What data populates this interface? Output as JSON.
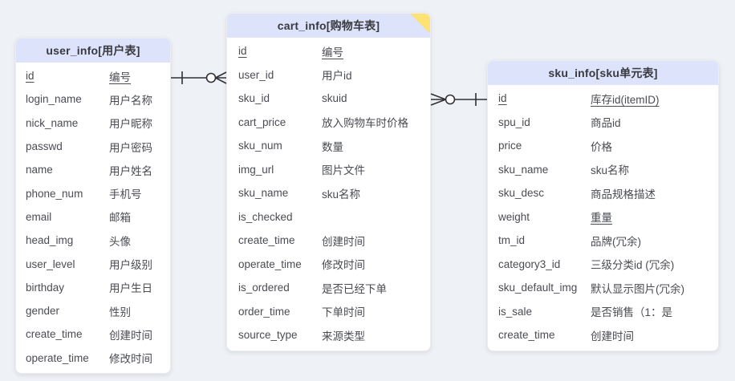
{
  "canvas": {
    "background_color": "#eef1f5",
    "entity_header_color": "#dde3fa",
    "note_fold_color": "#ffe372",
    "relation_line_color": "#2f3135"
  },
  "tables": [
    {
      "name": "user_info",
      "label": "[用户表]",
      "has_note": false,
      "fields": [
        {
          "name": "id",
          "comment": "编号",
          "pk": true
        },
        {
          "name": "login_name",
          "comment": "用户名称"
        },
        {
          "name": "nick_name",
          "comment": "用户昵称"
        },
        {
          "name": "passwd",
          "comment": "用户密码"
        },
        {
          "name": "name",
          "comment": "用户姓名"
        },
        {
          "name": "phone_num",
          "comment": "手机号"
        },
        {
          "name": "email",
          "comment": "邮箱"
        },
        {
          "name": "head_img",
          "comment": "头像"
        },
        {
          "name": "user_level",
          "comment": "用户级别"
        },
        {
          "name": "birthday",
          "comment": "用户生日"
        },
        {
          "name": "gender",
          "comment": "性别"
        },
        {
          "name": "create_time",
          "comment": "创建时间"
        },
        {
          "name": "operate_time",
          "comment": "修改时间"
        }
      ]
    },
    {
      "name": "cart_info",
      "label": "[购物车表]",
      "has_note": true,
      "fields": [
        {
          "name": "id",
          "comment": "编号",
          "pk": true
        },
        {
          "name": "user_id",
          "comment": "用户id"
        },
        {
          "name": "sku_id",
          "comment": "skuid"
        },
        {
          "name": "cart_price",
          "comment": "放入购物车时价格"
        },
        {
          "name": "sku_num",
          "comment": "数量"
        },
        {
          "name": "img_url",
          "comment": "图片文件"
        },
        {
          "name": "sku_name",
          "comment": "sku名称"
        },
        {
          "name": "is_checked",
          "comment": ""
        },
        {
          "name": "create_time",
          "comment": "创建时间"
        },
        {
          "name": "operate_time",
          "comment": "修改时间"
        },
        {
          "name": "is_ordered",
          "comment": "是否已经下单"
        },
        {
          "name": "order_time",
          "comment": "下单时间"
        },
        {
          "name": "source_type",
          "comment": "来源类型"
        }
      ]
    },
    {
      "name": "sku_info",
      "label": "[sku单元表]",
      "has_note": false,
      "fields": [
        {
          "name": "id",
          "comment": "库存id(itemID)",
          "pk": true
        },
        {
          "name": "spu_id",
          "comment": "商品id"
        },
        {
          "name": "price",
          "comment": "价格"
        },
        {
          "name": "sku_name",
          "comment": "sku名称"
        },
        {
          "name": "sku_desc",
          "comment": "商品规格描述"
        },
        {
          "name": "weight",
          "comment": "重量",
          "comment_underline": true
        },
        {
          "name": "tm_id",
          "comment": "品牌(冗余)"
        },
        {
          "name": "category3_id",
          "comment": "三级分类id (冗余)"
        },
        {
          "name": "sku_default_img",
          "comment": "默认显示图片(冗余)"
        },
        {
          "name": "is_sale",
          "comment": "是否销售（1：是"
        },
        {
          "name": "create_time",
          "comment": "创建时间"
        }
      ]
    }
  ],
  "relations": [
    {
      "from": "user_info.id",
      "to": "cart_info.user_id",
      "from_cardinality": "one",
      "to_cardinality": "zero-or-many"
    },
    {
      "from": "sku_info.id",
      "to": "cart_info.sku_id",
      "from_cardinality": "one",
      "to_cardinality": "zero-or-many"
    }
  ]
}
